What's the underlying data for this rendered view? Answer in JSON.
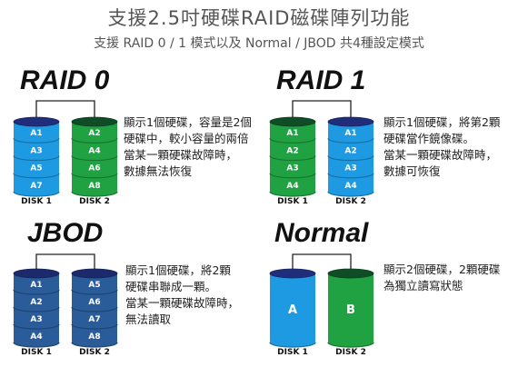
{
  "title": "支援2.5吋硬碟RAID磁碟陣列功能",
  "subtitle": "支援 RAID 0 / 1 模式以及 Normal / JBOD 共4種設定模式",
  "colors": {
    "blue": "#1e9ae3",
    "green": "#20a243",
    "dark_blue": "#2a5c99",
    "top_blue": "#202d7a",
    "top_green": "#0f4d27",
    "top_dark_blue": "#1c2a6b",
    "connector": "#222222"
  },
  "panels": [
    {
      "heading": "RAID 0",
      "description": "顯示1個硬碟，容量是2個\n硬碟中，較小容量的兩倍\n當某一顆硬碟故障時，\n數據無法恢復",
      "disks": [
        {
          "label": "DISK 1",
          "color": "blue",
          "segments": [
            "A1",
            "A3",
            "A5",
            "A7"
          ]
        },
        {
          "label": "DISK 2",
          "color": "green",
          "segments": [
            "A2",
            "A4",
            "A6",
            "A8"
          ]
        }
      ]
    },
    {
      "heading": "RAID 1",
      "description": "顯示1個硬碟，將第2顆\n硬碟當作鏡像碟。\n當某一顆硬碟故障時，\n數據可恢復",
      "disks": [
        {
          "label": "DISK 1",
          "color": "green",
          "segments": [
            "A1",
            "A2",
            "A3",
            "A4"
          ]
        },
        {
          "label": "DISK 2",
          "color": "blue",
          "segments": [
            "A1",
            "A2",
            "A3",
            "A4"
          ]
        }
      ]
    },
    {
      "heading": "JBOD",
      "description": "顯示1個硬碟，將2顆\n硬碟串聯成一顆。\n當某一顆硬碟故障時，\n無法讀取",
      "disks": [
        {
          "label": "DISK 1",
          "color": "dark_blue",
          "segments": [
            "A1",
            "A2",
            "A3",
            "A4"
          ]
        },
        {
          "label": "DISK 2",
          "color": "dark_blue",
          "segments": [
            "A5",
            "A6",
            "A7",
            "A8"
          ]
        }
      ]
    },
    {
      "heading": "Normal",
      "description": "顯示2個硬碟，2顆硬碟\n為獨立讀寫狀態",
      "disks": [
        {
          "label": "DISK 1",
          "color": "blue",
          "segments": [
            "A"
          ]
        },
        {
          "label": "DISK 2",
          "color": "green",
          "segments": [
            "B"
          ]
        }
      ]
    }
  ]
}
